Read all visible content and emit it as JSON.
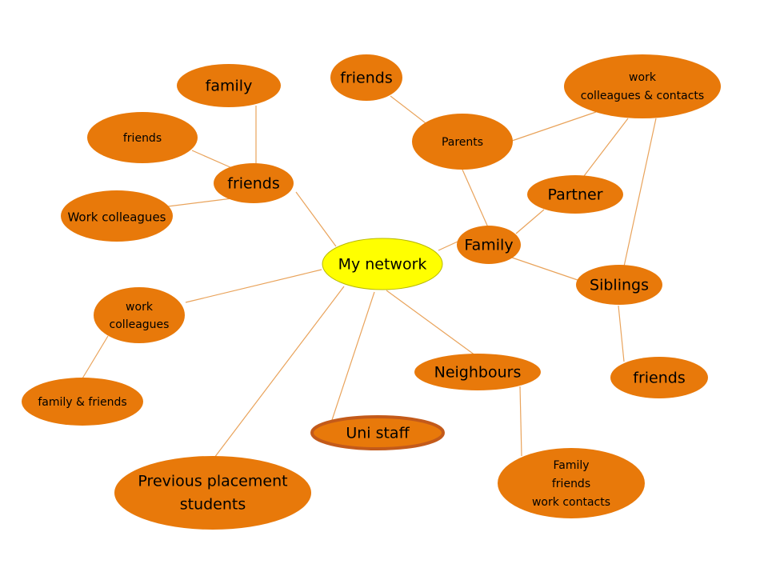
{
  "colors": {
    "node_fill": "#e8790a",
    "central_fill": "#ffff00",
    "edge": "#e9a35b"
  },
  "diagram": {
    "nodes": {
      "my_network": "My network",
      "friends_left": "friends",
      "family_top_left": "family",
      "friends_small_left": "friends",
      "work_colleagues_left": "Work colleagues",
      "work_colleagues_lower": [
        "work",
        "colleagues"
      ],
      "family_friends_left": "family & friends",
      "previous_placement": [
        "Previous placement",
        "students"
      ],
      "uni_staff": "Uni staff",
      "neighbours": "Neighbours",
      "neighbours_contacts": [
        "Family",
        "friends",
        "work contacts"
      ],
      "family": "Family",
      "parents": "Parents",
      "friends_top": "friends",
      "work_colleagues_contacts": [
        "work",
        "colleagues & contacts"
      ],
      "partner": "Partner",
      "siblings": "Siblings",
      "friends_right": "friends"
    }
  }
}
